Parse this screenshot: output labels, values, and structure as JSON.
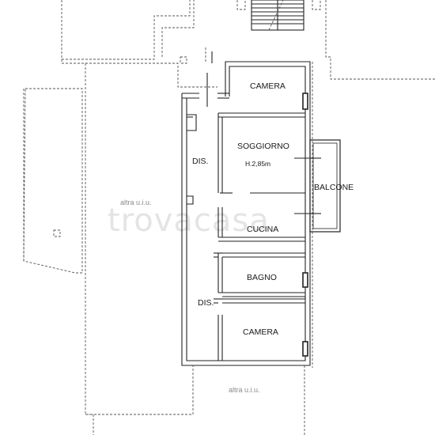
{
  "rooms": {
    "camera_top": "CAMERA",
    "soggiorno": "SOGGIORNO",
    "height_note": "H.2,85m",
    "cucina": "CUCINA",
    "balcone": "BALCONE",
    "bagno": "BAGNO",
    "camera_bottom": "CAMERA",
    "dis_top": "DIS.",
    "dis_bottom": "DIS."
  },
  "neighbors": {
    "left": "altra u.i.u.",
    "bottom": "altra u.i.u."
  },
  "watermark": "trovacasa"
}
